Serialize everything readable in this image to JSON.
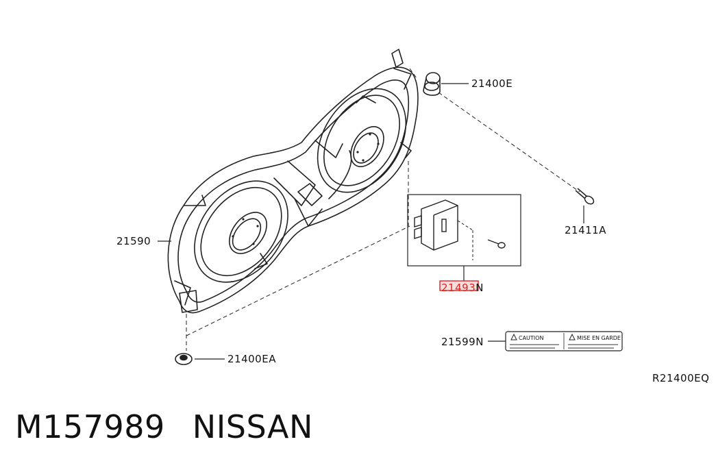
{
  "diagram": {
    "part_labels": {
      "top_mount": "21400E",
      "bolt": "21411A",
      "shroud": "21590",
      "module_highlight": "2149",
      "module_digit": "3",
      "module_suffix": "N",
      "caution_label": "21599N",
      "bottom_mount": "21400EA"
    },
    "caution_plate": {
      "left_heading": "CAUTION",
      "right_heading": "MISE EN GARDE"
    },
    "reference_code": "R21400EQ",
    "highlight_color": "#e0221f"
  },
  "footer": {
    "part_number": "M157989",
    "brand": "NISSAN"
  }
}
